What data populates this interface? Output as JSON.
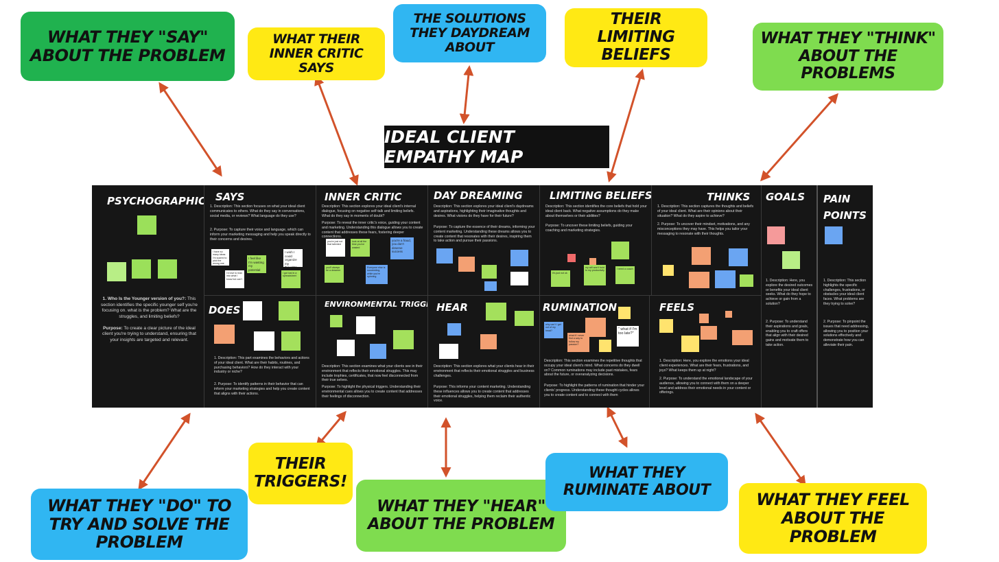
{
  "title": "Ideal Client Empathy Map",
  "callouts": {
    "say": "What they \"say\" about the problem",
    "inner_critic": "What their inner critic says",
    "daydream": "The solutions they daydream about",
    "limiting": "Their limiting beliefs",
    "think": "What they \"think\" about the problems",
    "do": "What they \"do\" to try and solve the problem",
    "triggers": "Their triggers!",
    "hear": "What they \"hear\" about the problem",
    "ruminate": "What they ruminate about",
    "feel": "What they feel about the problem"
  },
  "colors": {
    "green": "#20b24f",
    "yellow": "#ffe914",
    "blue": "#30b6f2",
    "light_green": "#7fdc4f",
    "arrow": "#d2522a",
    "board": "#161616"
  },
  "panels": {
    "psychographics": {
      "title": "Psychographics",
      "q_label": "1. Who Is the Younger version of you?:",
      "q_text": "This section identifies the specific younger self you're focusing on. what is the problem? What are the struggles, and limiting beliefs?",
      "purpose_label": "Purpose:",
      "purpose_text": "To create a clear picture of the ideal client you're trying to understand, ensuring that your insights are targeted and relevant."
    },
    "says": {
      "title": "Says",
      "desc": "1. Description: This section focuses on what your ideal client communicates to others. What do they say in conversations, social media, or reviews? What language do they use?",
      "purpose": "2. Purpose: To capture their voice and language, which can inform your marketing messaging and help you speak directly to their concerns and desires.",
      "notes": [
        "I have so many ideas I'm scared to pick the wrong one",
        "I feel like I'm wasting my potential",
        "I wish I could organize my thoughts",
        "I'd love to lean into what I know but can't",
        "I got lost in a spreadsheet"
      ]
    },
    "inner_critic": {
      "title": "Inner Critic",
      "desc": "Description: This section explores your ideal client's internal dialogue, focusing on negative self-talk and limiting beliefs. What do they say in moments of doubt?",
      "purpose": "Purpose: To reveal the inner critic's voice, guiding your content and marketing. Understanding this dialogue allows you to create content that addresses these fears, fostering deeper connections.",
      "notes": [
        "you're just not that talented",
        "look at all the time you've wasted",
        "you're a fraud, you don't deserve success",
        "you'll always be a dreamer",
        "Everyone else is succeeding, while you're spinning"
      ]
    },
    "day_dreaming": {
      "title": "Day Dreaming",
      "desc": "Description: This section explores your ideal client's daydreams and aspirations, highlighting their imaginative thoughts and desires. What visions do they have for their future?",
      "purpose": "Purpose: To capture the essence of their dreams, informing your content marketing. Understanding these dreams allows you to create content that resonates with their desires, inspiring them to take action and pursue their passions."
    },
    "limiting_beliefs": {
      "title": "Limiting Beliefs",
      "desc": "Description: This section identifies the core beliefs that hold your ideal client back. What negative assumptions do they make about themselves or their abilities?",
      "purpose": "Purpose: To uncover these limiting beliefs, guiding your coaching and marketing strategies.",
      "notes": [
        "It's just not ok",
        "my will won't hold to my productivity",
        "I need a coach"
      ]
    },
    "thinks": {
      "title": "Thinks",
      "desc": "1. Description: This section captures the thoughts and beliefs of your ideal client. What are their opinions about their situation? What do they aspire to achieve?",
      "purpose": "2. Purpose: To uncover their mindset, motivations, and any misconceptions they may have. This helps you tailor your messaging to resonate with their thoughts."
    },
    "goals": {
      "title": "Goals",
      "desc": "1. Description: Here, you explore the desired outcomes or benefits your ideal client seeks. What do they hope to achieve or gain from a solution?",
      "purpose": "2. Purpose: To understand their aspirations and goals, enabling you to craft offers that align with their desired gains and motivate them to take action."
    },
    "pain_points": {
      "title": "Pain Points",
      "desc": "1. Description: This section highlights the specific challenges, frustrations, or obstacles your ideal client faces. What problems are they trying to solve?",
      "purpose": "2. Purpose: To pinpoint the issues that need addressing, allowing you to position your solutions effectively and demonstrate how you can alleviate their pain."
    },
    "does": {
      "title": "Does",
      "desc": "1. Description: This part examines the behaviors and actions of your ideal client. What are their habits, routines, and purchasing behaviors? How do they interact with your industry or niche?",
      "purpose": "2. Purpose: To identify patterns in their behavior that can inform your marketing strategies and help you create content that aligns with their actions."
    },
    "environmental": {
      "title": "Environmental Triggers",
      "desc": "Description: This section examines what your clients see in their environment that reflects their emotional struggles. This may include trophies, certificates, that now feel disconnected from their true selves.",
      "purpose": "Purpose: To highlight the physical triggers. Understanding their environmental cues allows you to create content that addresses their feelings of disconnection."
    },
    "hear": {
      "title": "Hear",
      "desc": "Description: This section explores what your clients hear in their environment that reflects their emotional struggles and business challenges.",
      "purpose": "Purpose: This informs your content marketing. Understanding these influences allows you to create content that addresses their emotional struggles, helping them reclaim their authentic voice."
    },
    "rumination": {
      "title": "Rumination",
      "desc": "Description: This section examines the repetitive thoughts that occupy your ideal client's mind. What concerns do they dwell on? Common ruminations may include past mistakes, fears about the future, or overanalyzing decisions.",
      "purpose": "Purpose: To highlight the patterns of rumination that hinder your clients' progress. Understanding these thought cycles allows you to create content and to connect with them",
      "notes": [
        "what if I never find a way to follow my passion?",
        "\" what if I'm too late?\"",
        "why can't I get out of my head?"
      ]
    },
    "feels": {
      "title": "Feels",
      "desc": "1. Description: Here, you explore the emotions your ideal client experiences. What are their fears, frustrations, and joys? What keeps them up at night?",
      "purpose": "2. Purpose: To understand the emotional landscape of your audience, allowing you to connect with them on a deeper level and address their emotional needs in your content or offerings."
    }
  }
}
